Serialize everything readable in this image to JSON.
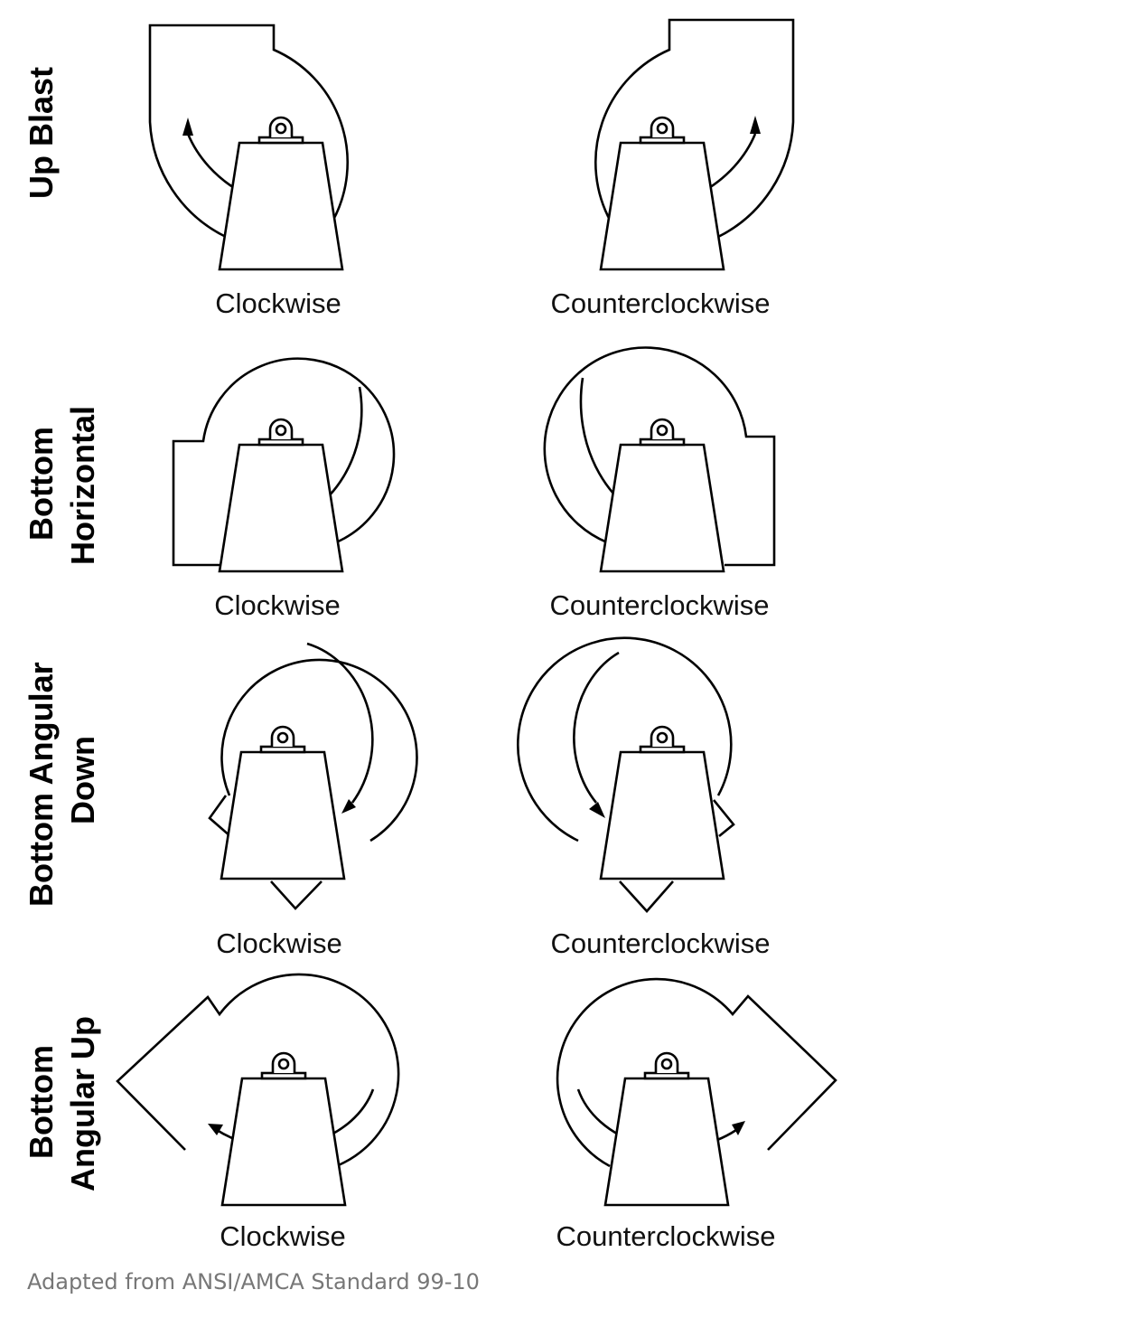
{
  "rows": [
    {
      "label_lines": [
        "Up Blast"
      ],
      "captions": {
        "clockwise": "Clockwise",
        "counterclockwise": "Counterclockwise"
      }
    },
    {
      "label_lines": [
        "Bottom",
        "Horizontal"
      ],
      "captions": {
        "clockwise": "Clockwise",
        "counterclockwise": "Counterclockwise"
      }
    },
    {
      "label_lines": [
        "Bottom Angular",
        "Down"
      ],
      "captions": {
        "clockwise": "Clockwise",
        "counterclockwise": "Counterclockwise"
      }
    },
    {
      "label_lines": [
        "Bottom",
        "Angular Up"
      ],
      "captions": {
        "clockwise": "Clockwise",
        "counterclockwise": "Counterclockwise"
      }
    }
  ],
  "source_note": "Adapted from ANSI/AMCA Standard 99-10"
}
